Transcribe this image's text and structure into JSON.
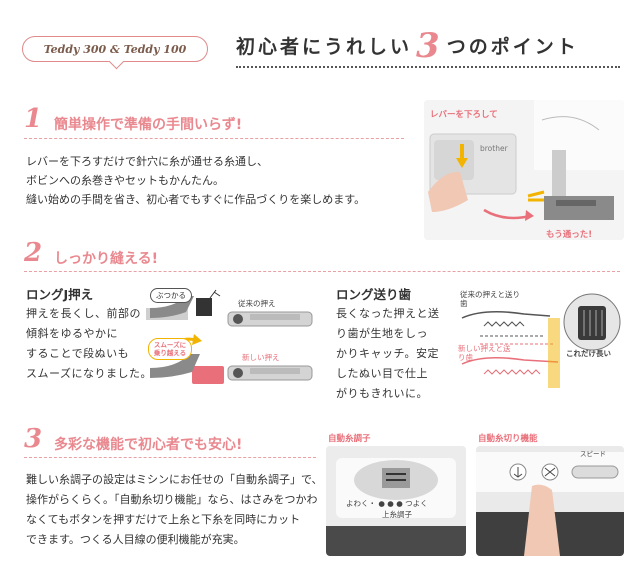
{
  "header": {
    "model_label": "Teddy 300 & Teddy 100",
    "title_prefix": "初心者にうれしい",
    "title_number": "3",
    "title_suffix": "つのポイント"
  },
  "section1": {
    "number": "1",
    "title": "簡単操作で準備の手間いらず!",
    "lines": [
      "レバーを下ろすだけで針穴に糸が通せる糸通し、",
      "ボビンへの糸巻きやセットもかんたん。",
      "縫い始めの手間を省き、初心者でもすぐに作品づくりを楽しめます。"
    ],
    "photo": {
      "lever_label": "レバーを下ろして",
      "brand": "brother",
      "done_label": "もう通った!"
    }
  },
  "section2": {
    "number": "2",
    "title": "しっかり縫える!",
    "foot": {
      "heading": "ロングJ押え",
      "lines": [
        "押えを長くし、前部の",
        "傾斜をゆるやかに",
        "することで段ぬいも",
        "スムーズになりました。"
      ],
      "bump_label": "ぶつかる",
      "old_label": "従来の押え",
      "smooth_label": "スムーズに乗り越える",
      "new_label": "新しい押え"
    },
    "feed": {
      "heading": "ロング送り歯",
      "lines": [
        "長くなった押えと送",
        "り歯が生地をしっ",
        "かりキャッチ。安定",
        "したぬい目で仕上",
        "がりもきれいに。"
      ],
      "old_label": "従来の押えと送り歯",
      "new_label": "新しい押えと送り歯",
      "longer_label": "これだけ長い"
    }
  },
  "section3": {
    "number": "3",
    "title": "多彩な機能で初心者でも安心!",
    "lines": [
      "難しい糸調子の設定はミシンにお任せの「自動糸調子」で、",
      "操作がらくらく。「自動糸切り機能」なら、はさみをつかわ",
      "なくてもボタンを押すだけで上糸と下糸を同時にカット",
      "できます。つくる人目線の便利機能が充実。"
    ],
    "tension_photo": {
      "label": "自動糸調子",
      "weak_strong": "よわく・ ● ● ● つよく",
      "upper_thread": "上糸調子"
    },
    "cutter_photo": {
      "label": "自動糸切り機能",
      "speed": "スピード"
    }
  },
  "colors": {
    "accent": "#e9898f",
    "text": "#333333"
  }
}
